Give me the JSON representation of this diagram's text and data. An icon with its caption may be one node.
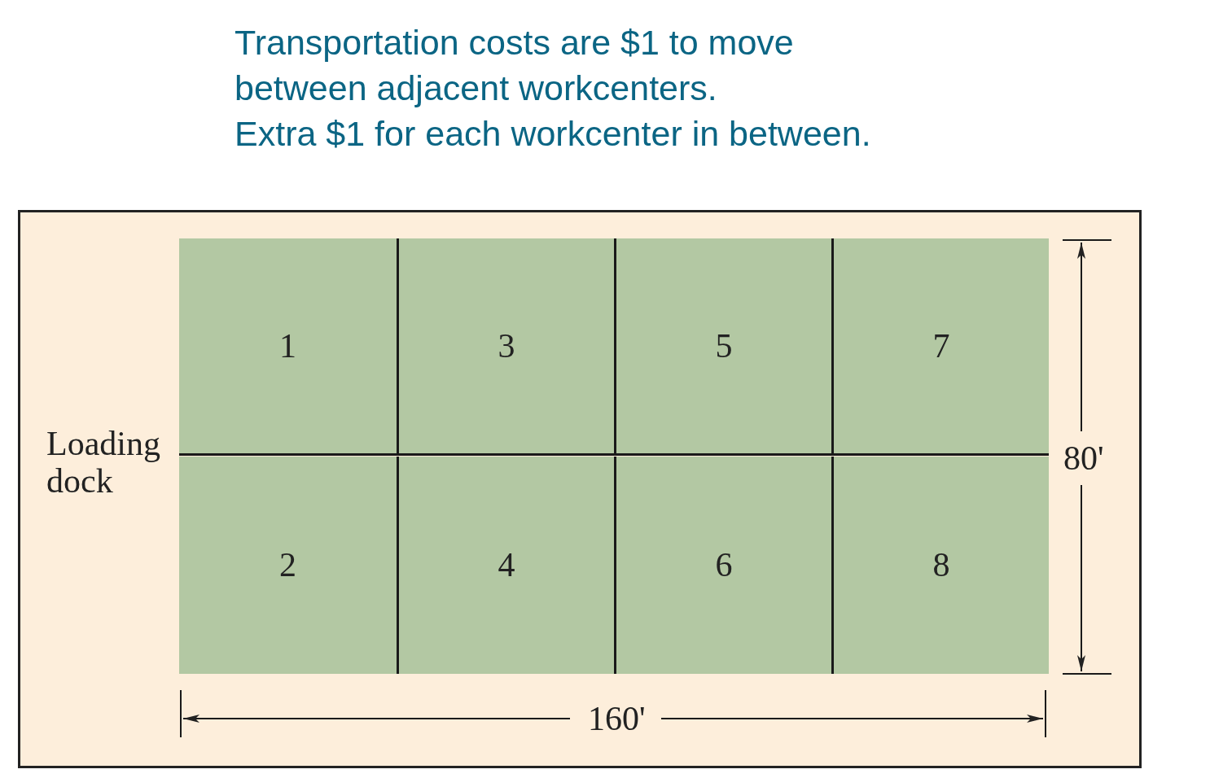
{
  "diagram": {
    "nodes": [
      {
        "text": [
          "1"
        ]
      },
      {
        "text": [
          "3"
        ]
      },
      {
        "text": [
          "5"
        ]
      },
      {
        "text": [
          "7"
        ]
      },
      {
        "text": [
          "2"
        ]
      },
      {
        "text": [
          "4"
        ]
      },
      {
        "text": [
          "6"
        ]
      },
      {
        "text": [
          "8"
        ]
      }
    ],
    "labels": [
      "Transportation costs are $1 to move between adjacent workcenters.",
      "Extra $1 for each workcenter in between.",
      "Loading dock",
      "80'",
      "160'"
    ]
  }
}
